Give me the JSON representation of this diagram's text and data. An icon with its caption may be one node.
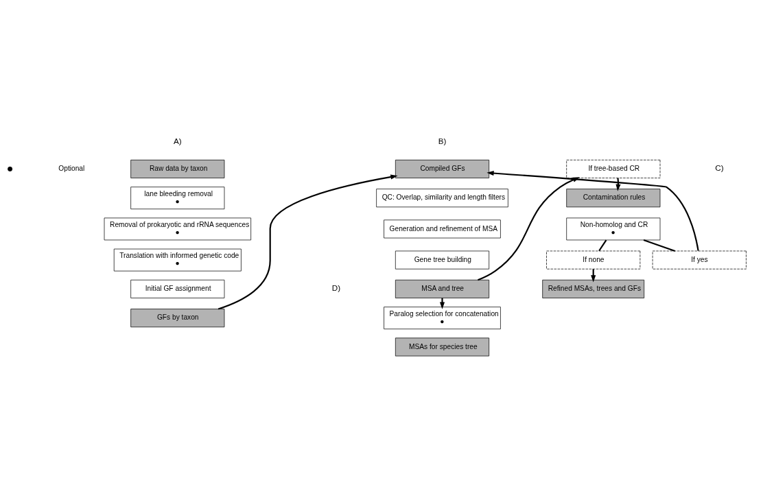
{
  "diagram": {
    "nodes": [
      {
        "text": [
          "Raw data by taxon"
        ]
      },
      {
        "text": [
          "lane bleeding removal",
          "●"
        ]
      },
      {
        "text": [
          "Removal of prokaryotic and rRNA sequences",
          "●"
        ]
      },
      {
        "text": [
          "Translation with informed genetic code",
          "●"
        ]
      },
      {
        "text": [
          "Initial GF assignment"
        ]
      },
      {
        "text": [
          "GFs by taxon"
        ]
      },
      {
        "text": [
          "Compiled GFs"
        ]
      },
      {
        "text": [
          "QC: Overlap, similarity and length filters"
        ]
      },
      {
        "text": [
          "Generation and refinement of MSA"
        ]
      },
      {
        "text": [
          "Gene tree building"
        ]
      },
      {
        "text": [
          "MSA and tree"
        ]
      },
      {
        "text": [
          "If tree-based CR"
        ]
      },
      {
        "text": [
          "Contamination rules"
        ]
      },
      {
        "text": [
          "Non-homolog and CR",
          "●"
        ]
      },
      {
        "text": [
          "If none"
        ]
      },
      {
        "text": [
          "If yes"
        ]
      },
      {
        "text": [
          "Refined MSAs, trees and GFs"
        ]
      },
      {
        "text": [
          "Paralog selection for concatenation",
          "●"
        ]
      },
      {
        "text": [
          "MSAs for species tree"
        ]
      }
    ],
    "edges": [
      {
        "from": 5,
        "to": 6,
        "arrow": "to"
      },
      {
        "from": 10,
        "to": 11,
        "arrow": "to"
      },
      {
        "from": 10,
        "to": 17,
        "arrow": "to"
      },
      {
        "from": 11,
        "to": 12,
        "arrow": "to"
      },
      {
        "from": 13,
        "to": 14,
        "arrow": "none"
      },
      {
        "from": 13,
        "to": 15,
        "arrow": "none"
      },
      {
        "from": 15,
        "to": 6,
        "arrow": "to"
      },
      {
        "from": 14,
        "to": 16,
        "arrow": "to"
      }
    ],
    "labels": [
      "A)",
      "B)",
      "C)",
      "D)"
    ],
    "legend": [
      {
        "text": "Optional"
      }
    ]
  }
}
